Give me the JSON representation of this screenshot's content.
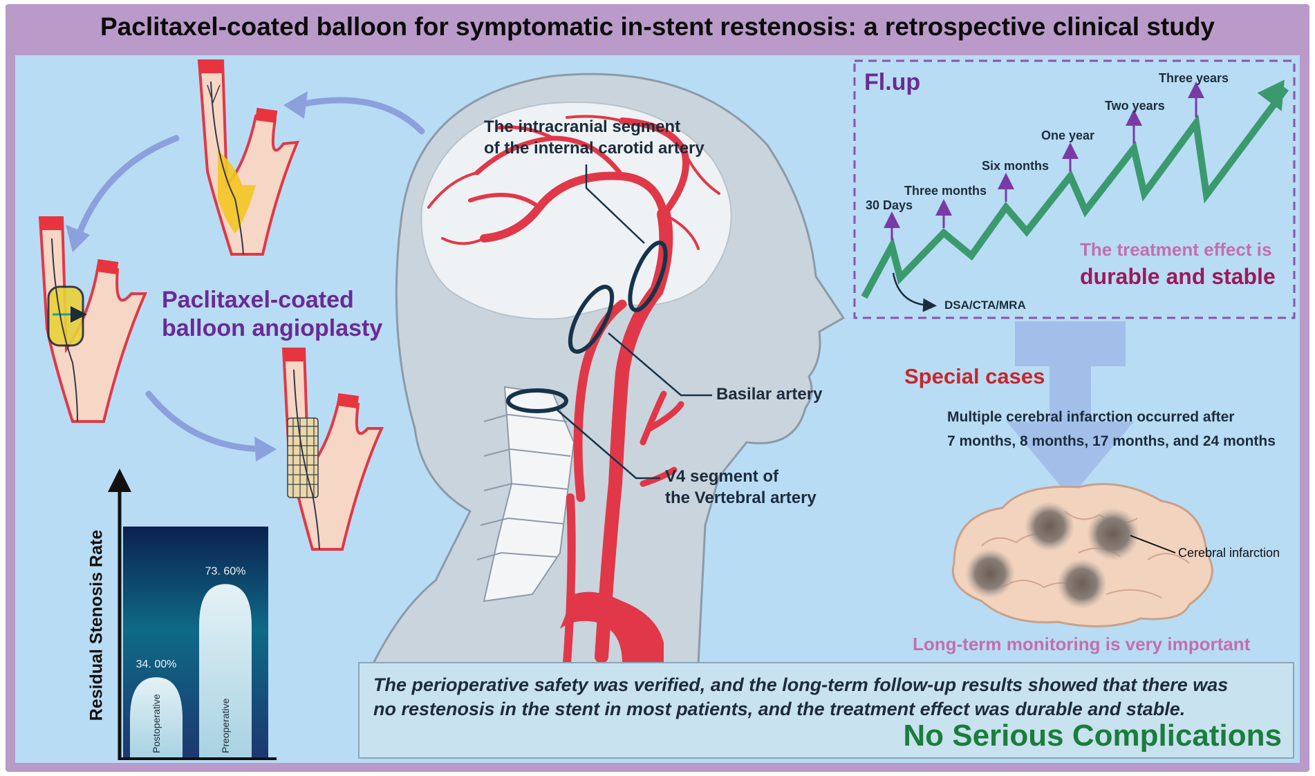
{
  "title": "Paclitaxel-coated balloon for symptomatic in-stent restenosis: a retrospective clinical study",
  "procedure": {
    "label_line1": "Paclitaxel-coated",
    "label_line2": "balloon angioplasty"
  },
  "anatomy": {
    "ica_line1": "The intracranial segment",
    "ica_line2": "of the internal carotid artery",
    "basilar": "Basilar artery",
    "v4_line1": "V4 segment of",
    "v4_line2": "the Vertebral artery"
  },
  "chart_data": {
    "type": "bar",
    "ylabel": "Residual Stenosis Rate",
    "categories": [
      "Postoperative",
      "Preoperative"
    ],
    "values": [
      34.0,
      73.6
    ],
    "data_labels": [
      "34. 00%",
      "73. 60%"
    ],
    "ylim": [
      0,
      100
    ]
  },
  "followup": {
    "title": "Fl.up",
    "milestones": [
      "30 Days",
      "Three months",
      "Six months",
      "One year",
      "Two years",
      "Three years"
    ],
    "imaging": "DSA/CTA/MRA",
    "effect_line1": "The treatment effect is",
    "effect_line2": "durable and stable"
  },
  "special_cases": {
    "title": "Special cases",
    "line1": "Multiple cerebral infarction occurred after",
    "line2": "7 months, 8 months, 17 months, and 24 months",
    "infarct_label": "Cerebral infarction",
    "monitoring": "Long-term monitoring is very important"
  },
  "summary": {
    "text": "The perioperative safety was verified, and the long-term follow-up results showed that there was\nno restenosis in the stent in most patients, and the treatment effect was durable and stable.",
    "complications": "No Serious Complications"
  },
  "colors": {
    "frame": "#b99ac9",
    "panel": "#b8dcf3",
    "artery": "#e03848",
    "followup_line": "#3a9a6e",
    "purple_text": "#6a2a94",
    "special_red": "#c6262c",
    "green_text": "#1a7d3c"
  }
}
